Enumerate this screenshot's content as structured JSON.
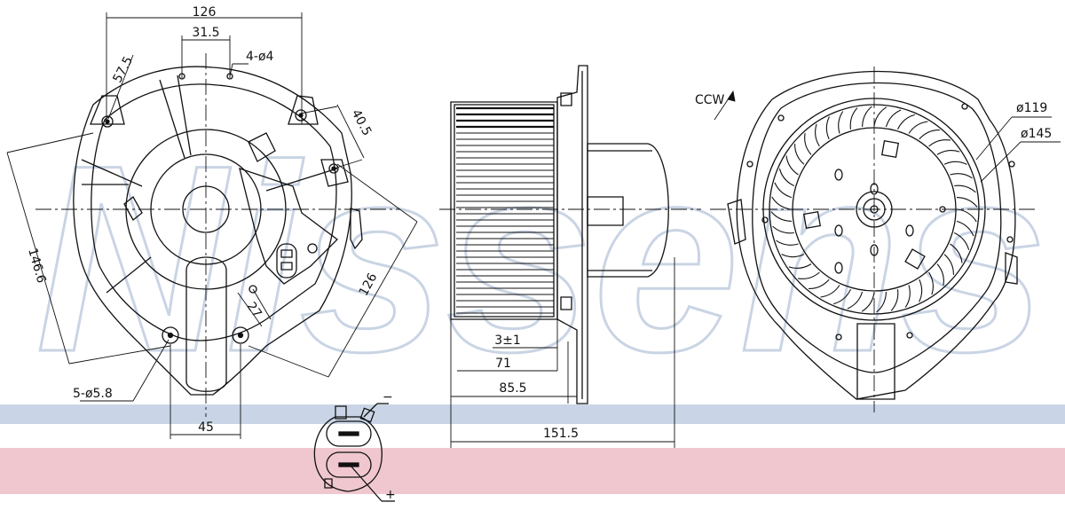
{
  "watermark": {
    "text": "Nissens",
    "color": "#c9d5e6"
  },
  "bands": {
    "blue": "#c9d5e6",
    "pink": "#f0c7cf"
  },
  "views": {
    "front": {
      "dimensions": {
        "width_total": "126",
        "hole_spacing_top": "31.5",
        "mount_holes": "4-ø4",
        "left_offset": "57.5",
        "right_offset": "40.5",
        "height_left": "146.6",
        "diag_right": "126",
        "connector_angle": "27",
        "bottom_holes": "5-ø5.8",
        "bottom_width": "45"
      }
    },
    "side": {
      "dimensions": {
        "gap": "3±1",
        "wheel_depth": "71",
        "housing_depth": "85.5",
        "overall_length": "151.5"
      }
    },
    "rear": {
      "rotation": "CCW",
      "dimensions": {
        "wheel_diameter": "ø119",
        "outer_diameter": "ø145"
      }
    },
    "connector": {
      "minus": "−",
      "plus": "+"
    }
  }
}
